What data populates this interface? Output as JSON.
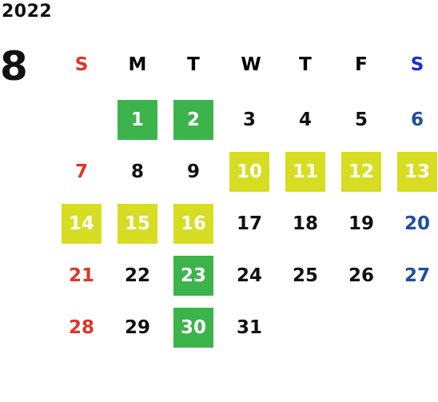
{
  "calendar": {
    "year": "2022",
    "month": "8",
    "weekdays": [
      "S",
      "M",
      "T",
      "W",
      "T",
      "F",
      "S"
    ],
    "colors": {
      "sunday": "#e0342a",
      "saturday": "#1f4f9c",
      "green_highlight": "#3cb44b",
      "yellow_highlight": "#d6dd22",
      "text": "#111111"
    },
    "weeks": [
      [
        {
          "day": "",
          "hl": ""
        },
        {
          "day": "1",
          "hl": "green"
        },
        {
          "day": "2",
          "hl": "green"
        },
        {
          "day": "3",
          "hl": ""
        },
        {
          "day": "4",
          "hl": ""
        },
        {
          "day": "5",
          "hl": ""
        },
        {
          "day": "6",
          "hl": ""
        }
      ],
      [
        {
          "day": "7",
          "hl": ""
        },
        {
          "day": "8",
          "hl": ""
        },
        {
          "day": "9",
          "hl": ""
        },
        {
          "day": "10",
          "hl": "yellow"
        },
        {
          "day": "11",
          "hl": "yellow"
        },
        {
          "day": "12",
          "hl": "yellow"
        },
        {
          "day": "13",
          "hl": "yellow"
        }
      ],
      [
        {
          "day": "14",
          "hl": "yellow"
        },
        {
          "day": "15",
          "hl": "yellow"
        },
        {
          "day": "16",
          "hl": "yellow"
        },
        {
          "day": "17",
          "hl": ""
        },
        {
          "day": "18",
          "hl": ""
        },
        {
          "day": "19",
          "hl": ""
        },
        {
          "day": "20",
          "hl": ""
        }
      ],
      [
        {
          "day": "21",
          "hl": ""
        },
        {
          "day": "22",
          "hl": ""
        },
        {
          "day": "23",
          "hl": "green"
        },
        {
          "day": "24",
          "hl": ""
        },
        {
          "day": "25",
          "hl": ""
        },
        {
          "day": "26",
          "hl": ""
        },
        {
          "day": "27",
          "hl": ""
        }
      ],
      [
        {
          "day": "28",
          "hl": ""
        },
        {
          "day": "29",
          "hl": ""
        },
        {
          "day": "30",
          "hl": "green"
        },
        {
          "day": "31",
          "hl": ""
        },
        {
          "day": "",
          "hl": ""
        },
        {
          "day": "",
          "hl": ""
        },
        {
          "day": "",
          "hl": ""
        }
      ]
    ]
  }
}
